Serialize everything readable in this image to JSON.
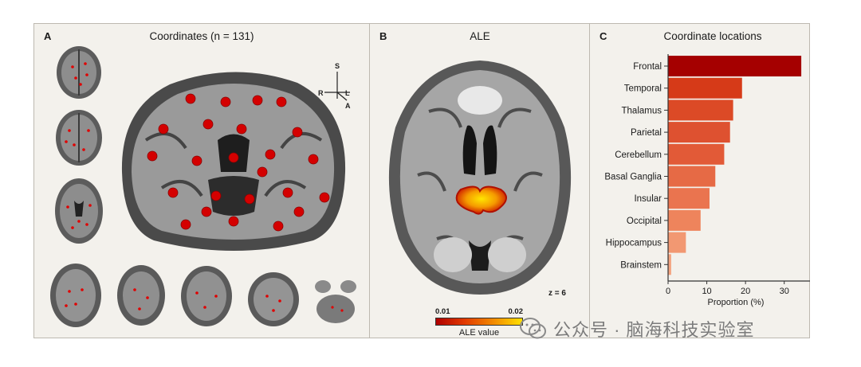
{
  "panel_a": {
    "label": "A",
    "title": "Coordinates (n = 131)",
    "orientation": {
      "superior": "S",
      "right": "R",
      "left": "L",
      "anterior": "A"
    }
  },
  "panel_b": {
    "label": "B",
    "title": "ALE",
    "slice_label": "z = 6",
    "colorbar": {
      "min_label": "0.01",
      "max_label": "0.02",
      "title": "ALE value"
    }
  },
  "panel_c": {
    "label": "C",
    "title": "Coordinate locations"
  },
  "watermark": {
    "text": "公众号 · 脑海科技实验室"
  },
  "chart_data": {
    "type": "bar",
    "orientation": "horizontal",
    "title": "Coordinate locations",
    "xlabel": "Proportion (%)",
    "ylabel": "",
    "xlim": [
      0,
      35
    ],
    "xticks": [
      0,
      10,
      20,
      30
    ],
    "categories": [
      "Frontal",
      "Temporal",
      "Thalamus",
      "Parietal",
      "Cerebellum",
      "Basal Ganglia",
      "Insular",
      "Occipital",
      "Hippocampus",
      "Brainstem"
    ],
    "values": [
      34.4,
      19.1,
      16.8,
      16.0,
      14.5,
      12.2,
      10.7,
      8.4,
      4.6,
      0.8
    ],
    "colors": [
      "#a50000",
      "#d63a18",
      "#dc4a26",
      "#de5130",
      "#e25a37",
      "#e66a45",
      "#ea744f",
      "#ee845c",
      "#f29872",
      "#f4a37f"
    ]
  }
}
